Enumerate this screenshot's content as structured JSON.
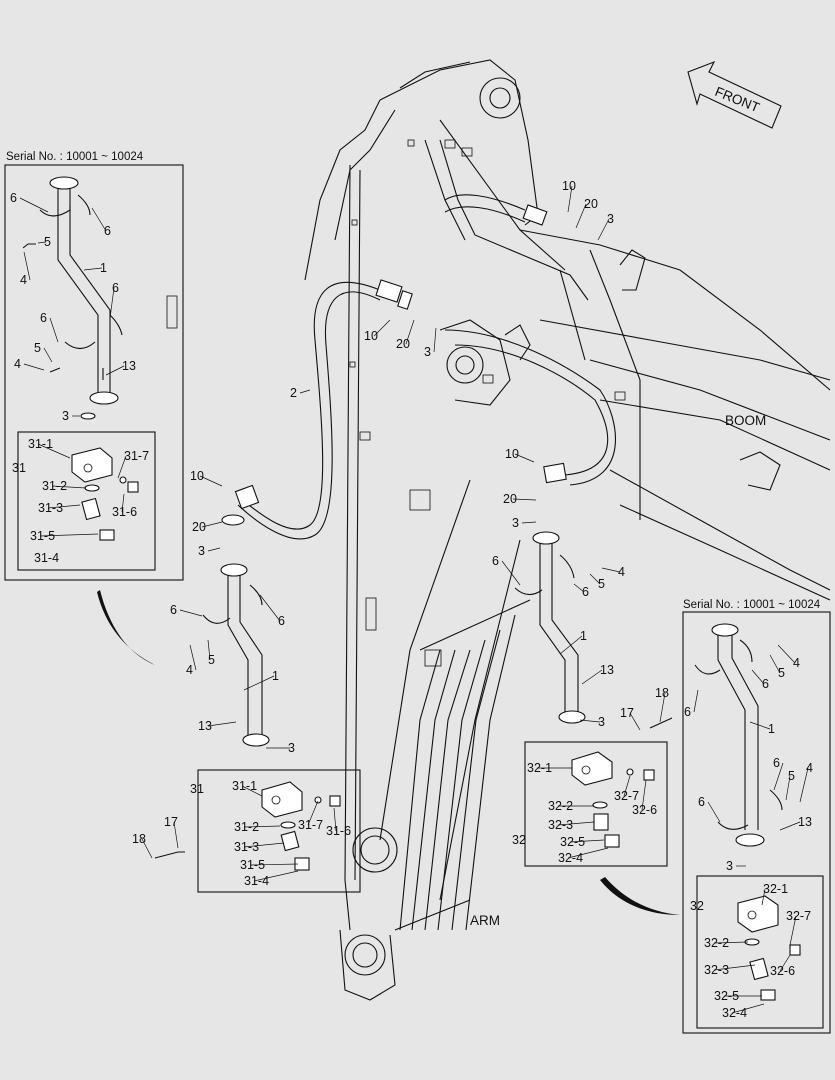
{
  "labels": {
    "front": "FRONT",
    "boom": "BOOM",
    "arm": "ARM",
    "serial_left": "Serial No. : 10001 ~ 10024",
    "serial_right": "Serial No. : 10001 ~ 10024"
  },
  "callouts_left_inset": [
    "6",
    "6",
    "5",
    "4",
    "1",
    "6",
    "6",
    "5",
    "4",
    "13",
    "3",
    "31-1",
    "31-7",
    "31",
    "31-2",
    "31-3",
    "31-6",
    "31-5",
    "31-4"
  ],
  "callouts_center_left": [
    "10",
    "20",
    "3",
    "6",
    "6",
    "5",
    "4",
    "1",
    "13",
    "3",
    "31",
    "31-1",
    "18",
    "17",
    "31-2",
    "31-7",
    "31-6",
    "31-3",
    "31-5",
    "31-4",
    "2",
    "10",
    "20",
    "3"
  ],
  "callouts_center_right": [
    "10",
    "20",
    "3",
    "10",
    "20",
    "3",
    "6",
    "4",
    "5",
    "6",
    "1",
    "13",
    "18",
    "17",
    "3",
    "32-1",
    "32-7",
    "32-6",
    "32",
    "32-2",
    "32-3",
    "32-5",
    "32-4"
  ],
  "callouts_right_inset": [
    "4",
    "5",
    "6",
    "6",
    "1",
    "6",
    "5",
    "4",
    "6",
    "13",
    "3",
    "32",
    "32-1",
    "32-7",
    "32-2",
    "32-6",
    "32-3",
    "32-5",
    "32-4"
  ]
}
